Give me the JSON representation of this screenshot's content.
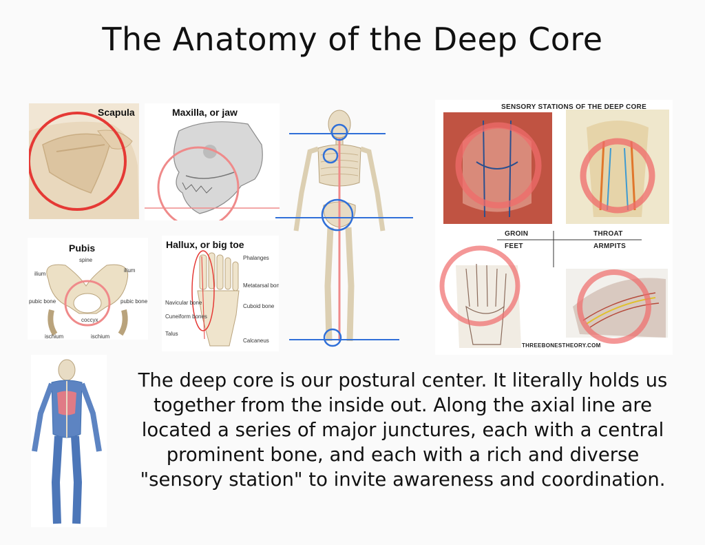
{
  "title": "The Anatomy of the Deep Core",
  "panels": {
    "scapula": {
      "label": "Scapula"
    },
    "maxilla": {
      "label": "Maxilla, or jaw"
    },
    "pubis": {
      "label": "Pubis",
      "annotations": [
        "spine",
        "ilium",
        "ilium",
        "pubic bone",
        "pubic bone",
        "coccyx",
        "ischium",
        "ischium"
      ]
    },
    "hallux": {
      "label": "Hallux, or big toe",
      "annotations": [
        "Phalanges",
        "Metatarsal bones",
        "Cuboid bone",
        "Navicular bone",
        "Cuneiform bones",
        "Talus",
        "Calcaneus"
      ]
    },
    "sensory": {
      "title": "SENSORY STATIONS OF THE DEEP CORE",
      "labels": {
        "groin": "GROIN",
        "throat": "THROAT",
        "feet": "FEET",
        "armpits": "ARMPITS"
      },
      "credit": "THREEBONESTHEORY.COM"
    }
  },
  "description": [
    "The deep core is our postural center. It literally holds us",
    "together from the inside out. Along the axial line are",
    "located a series of major junctures, each with a central",
    "prominent bone, and each with a rich and diverse",
    "\"sensory station\" to invite awareness and coordination."
  ],
  "colors": {
    "highlight_red": "#e53935",
    "highlight_pink": "#ef8a8a",
    "axis_blue": "#2f6fd8",
    "bone": "#e8dcc4",
    "muscle_blue": "#3f6fb0"
  }
}
